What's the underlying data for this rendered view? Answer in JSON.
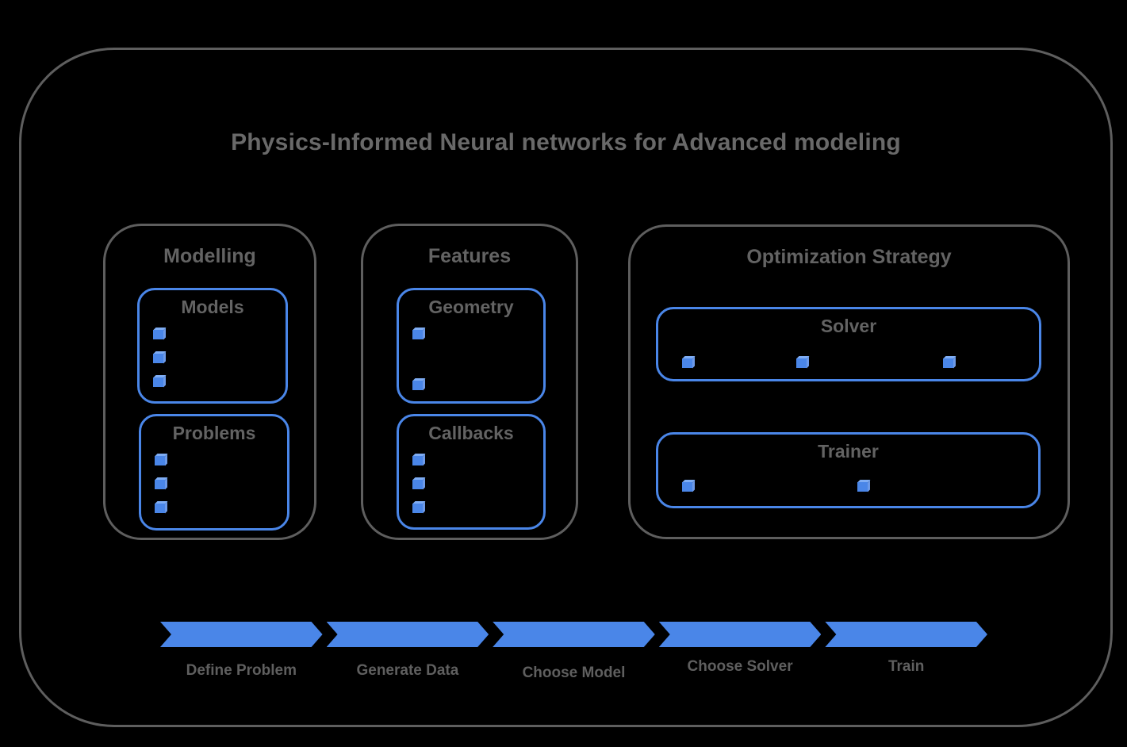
{
  "title": "Physics-Informed Neural networks for Advanced modeling",
  "colors": {
    "background": "#000000",
    "accent_blue": "#4a86e8",
    "outline_gray": "#5e5e5e",
    "text_gray": "#636363"
  },
  "sections": [
    {
      "id": "modelling",
      "title": "Modelling",
      "panels": [
        {
          "id": "models",
          "title": "Models",
          "item_count": 3
        },
        {
          "id": "problems",
          "title": "Problems",
          "item_count": 3
        }
      ]
    },
    {
      "id": "features",
      "title": "Features",
      "panels": [
        {
          "id": "geometry",
          "title": "Geometry",
          "item_count": 2
        },
        {
          "id": "callbacks",
          "title": "Callbacks",
          "item_count": 3
        }
      ]
    },
    {
      "id": "optimization",
      "title": "Optimization Strategy",
      "panels": [
        {
          "id": "solver",
          "title": "Solver",
          "item_count": 3
        },
        {
          "id": "trainer",
          "title": "Trainer",
          "item_count": 2
        }
      ]
    }
  ],
  "pipeline": {
    "steps": [
      {
        "label": "Define Problem"
      },
      {
        "label": "Generate Data"
      },
      {
        "label": "Choose Model"
      },
      {
        "label": "Choose Solver"
      },
      {
        "label": "Train"
      }
    ]
  }
}
